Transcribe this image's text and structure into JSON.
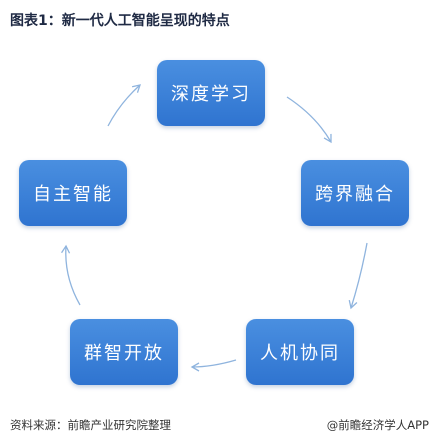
{
  "title": "图表1：新一代人工智能呈现的特点",
  "nodes": {
    "top": "深度学习",
    "right": "跨界融合",
    "bottom_right": "人机协同",
    "bottom_left": "群智开放",
    "left": "自主智能"
  },
  "footer": {
    "source": "资料来源：前瞻产业研究院整理",
    "credit": "@前瞻经济学人APP"
  },
  "colors": {
    "box": "#3a80d8",
    "arrow": "#8fb4de",
    "title": "#1f2a44"
  }
}
